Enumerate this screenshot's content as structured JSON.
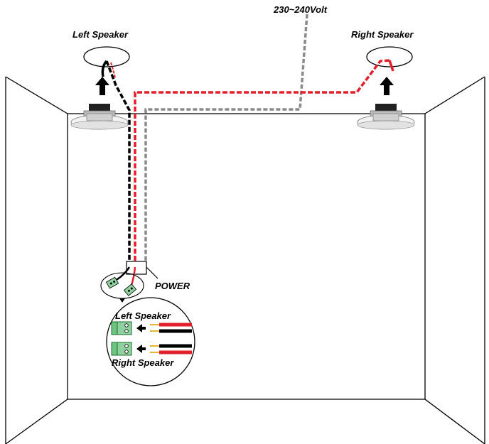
{
  "labels": {
    "voltage": "230~240Volt",
    "left_speaker": "Left Speaker",
    "right_speaker": "Right Speaker",
    "power": "POWER",
    "inset_left_speaker": "Left Speaker",
    "inset_right_speaker": "Right Speaker"
  },
  "colors": {
    "speaker_red_wire": "#e0202a",
    "speaker_black_wire": "#000000",
    "power_wire": "#8a8a8a",
    "connector_green": "#8fd19e"
  }
}
